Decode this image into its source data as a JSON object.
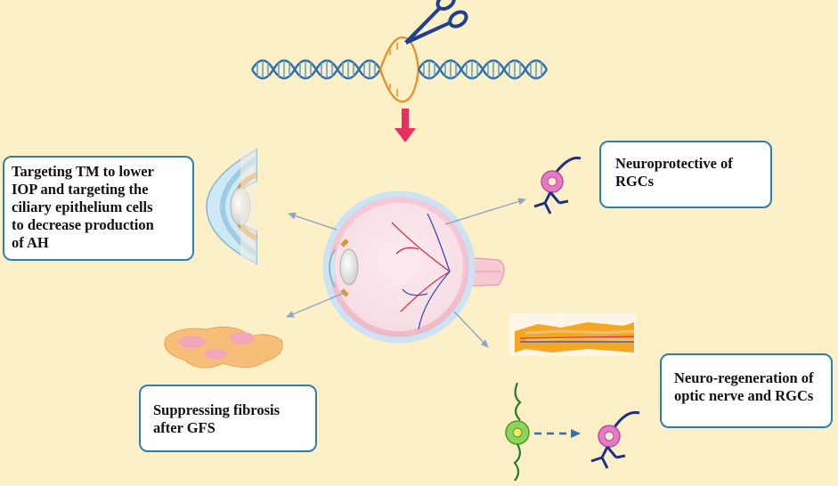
{
  "boxes": {
    "tm_target": [
      "Targeting TM to lower",
      "IOP and targeting the",
      "ciliary epithelium cells",
      "to decrease production",
      "of AH"
    ],
    "neuroprotective": [
      "Neuroprotective of",
      "RGCs"
    ],
    "fibrosis": [
      "Suppressing fibrosis",
      "after GFS"
    ],
    "regeneration": [
      "Neuro-regeneration of",
      "optic nerve and RGCs"
    ]
  },
  "colors": {
    "background": "#fdf0c6",
    "box_border": "#2b7fb8",
    "dna": "#2d6fae",
    "dna_cut": "#e8902a",
    "scissors": "#1f3f8f",
    "down_arrow": "#e8305e",
    "pointer_arrows": "#8aa6c8",
    "neuron_pink": "#e879c4",
    "neuron_green": "#8ed65a",
    "dendrite_blue": "#1d2f8a"
  },
  "icons": [
    "dna-helix",
    "scissors-icon",
    "eye-cross-section",
    "neuron-cell",
    "fibroblast-cells",
    "optic-nerve-section"
  ]
}
